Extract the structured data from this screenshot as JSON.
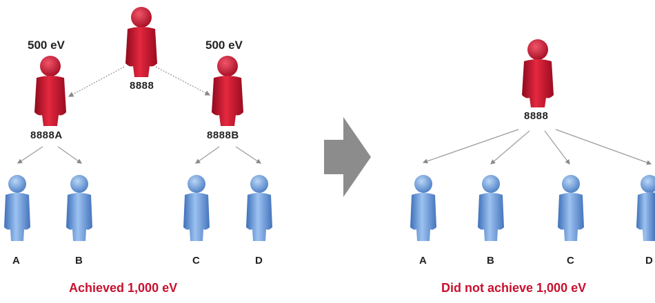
{
  "left_panel": {
    "top_person": {
      "code": "8888",
      "role": "upline"
    },
    "left_person": {
      "code": "8888A",
      "ev_label": "500 eV"
    },
    "right_person": {
      "code": "8888B",
      "ev_label": "500 eV"
    },
    "downlines": [
      {
        "label": "A"
      },
      {
        "label": "B"
      },
      {
        "label": "C"
      },
      {
        "label": "D"
      }
    ],
    "caption": "Achieved 1,000 eV"
  },
  "arrow": {
    "icon": "right-arrow-icon",
    "color": "#8c8c8c"
  },
  "right_panel": {
    "top_person": {
      "code": "8888"
    },
    "downlines": [
      {
        "label": "A"
      },
      {
        "label": "B"
      },
      {
        "label": "C"
      },
      {
        "label": "D"
      }
    ],
    "caption": "Did not achieve 1,000 eV"
  },
  "colors": {
    "red_person": "#c8102e",
    "blue_person": "#5b8fd6",
    "caption": "#c8102e",
    "connector": "#9a9a9a"
  }
}
